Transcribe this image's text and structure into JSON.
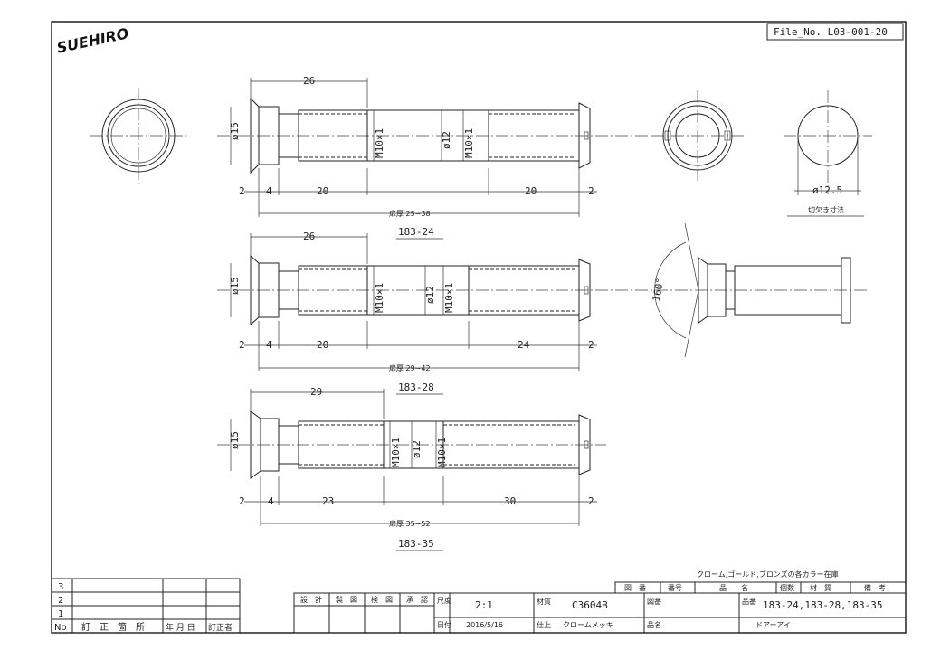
{
  "header": {
    "logo_text": "SUEHIRO",
    "file_no": "File_No. L03-001-20"
  },
  "views": {
    "top": {
      "dim_length_top": "26",
      "dim_diameter": "ø15",
      "dim_thread_left": "M10×1",
      "dim_inner_diameter": "ø12",
      "dim_thread_right": "M10×1",
      "dim_2_left": "2",
      "dim_4": "4",
      "dim_20_left": "20",
      "dim_20_right": "20",
      "dim_2_right": "2",
      "door_thickness": "扉厚 25~38",
      "model": "183-24",
      "cut_dim": "ø12.5",
      "cut_label": "切欠き寸法"
    },
    "middle": {
      "dim_length_top": "26",
      "dim_diameter": "ø15",
      "dim_thread_left": "M10×1",
      "dim_inner_diameter": "ø12",
      "dim_thread_right": "M10×1",
      "dim_2_left": "2",
      "dim_4": "4",
      "dim_20_left": "20",
      "dim_24_right": "24",
      "dim_2_right": "2",
      "door_thickness": "扉厚 29~42",
      "model": "183-28",
      "angle": "160°"
    },
    "bottom": {
      "dim_length_top": "29",
      "dim_diameter": "ø15",
      "dim_thread_left": "M10×1",
      "dim_inner_diameter": "ø12",
      "dim_thread_right": "M10×1",
      "dim_2_left": "2",
      "dim_4": "4",
      "dim_23_left": "23",
      "dim_30_right": "30",
      "dim_2_right": "2",
      "door_thickness": "扉厚 35~52",
      "model": "183-35"
    }
  },
  "title_block": {
    "note": "クローム,ゴールド,ブロンズの各カラー在庫",
    "parts_header": [
      "図　番",
      "番号",
      "品　　名",
      "個数",
      "材　質",
      "備　考"
    ],
    "revision_rows": [
      "3",
      "2",
      "1"
    ],
    "revision_header": [
      "No",
      "訂　正　箇　所",
      "年 月 日",
      "訂正者"
    ],
    "sign_labels": [
      "設　計",
      "製　図",
      "検　図",
      "承　認"
    ],
    "scale_label": "尺度",
    "scale_value": "2:1",
    "date_label": "日付",
    "date_value": "2016/5/16",
    "material_label": "材質",
    "material_value": "C3604B",
    "finish_label": "仕上",
    "finish_value": "クロームメッキ",
    "drawing_no_label": "図番",
    "drawing_no_value": "",
    "part_no_label": "品番",
    "part_no_value": "183-24,183-28,183-35",
    "part_name_label": "品名",
    "part_name_value": "ドアーアイ"
  }
}
